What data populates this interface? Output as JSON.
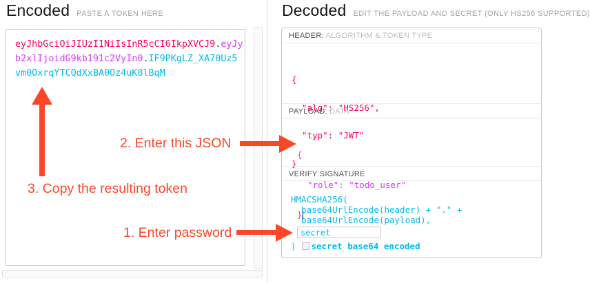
{
  "encoded_panel": {
    "title": "Encoded",
    "subtitle": "PASTE A TOKEN HERE",
    "token_parts": {
      "header": "eyJhbGciOiJIUzI1NiIsInR5cCI6IkpXVCJ9",
      "separator1": ".",
      "payload": "eyJyb2xlIjoidG9kb191c2VyIn0",
      "separator2": ".",
      "signature": "IF9PKgLZ_XA70Uz5vm0OxrqYTCQdXxBA0Oz4uK8lBqM"
    }
  },
  "decoded_panel": {
    "title": "Decoded",
    "subtitle": "EDIT THE PAYLOAD AND SECRET (ONLY HS256 SUPPORTED)",
    "header_section": {
      "label": "HEADER:",
      "hint": "ALGORITHM & TOKEN TYPE",
      "lines": [
        "{",
        "  \"alg\": \"HS256\",",
        "  \"typ\": \"JWT\"",
        "}"
      ]
    },
    "payload_section": {
      "label": "PAYLOAD:",
      "hint": "DATA",
      "lines": [
        "{",
        "  \"role\": \"todo_user\"",
        "}"
      ]
    },
    "signature_section": {
      "label": "VERIFY SIGNATURE",
      "lines": [
        "HMACSHA256(",
        "  base64UrlEncode(header) + \".\" +",
        "  base64UrlEncode(payload),"
      ],
      "secret_value": "secret",
      "closing_paren": ")",
      "checkbox_label": "secret base64 encoded",
      "checkbox_checked": false
    }
  },
  "annotations": {
    "step1_label": "1. Enter password",
    "step2_label": "2. Enter this JSON",
    "step3_label": "3. Copy the resulting token"
  },
  "colors": {
    "token_header": "#fb015b",
    "token_payload": "#d63aff",
    "token_signature": "#00b9f1",
    "annotation": "#fb4726"
  }
}
